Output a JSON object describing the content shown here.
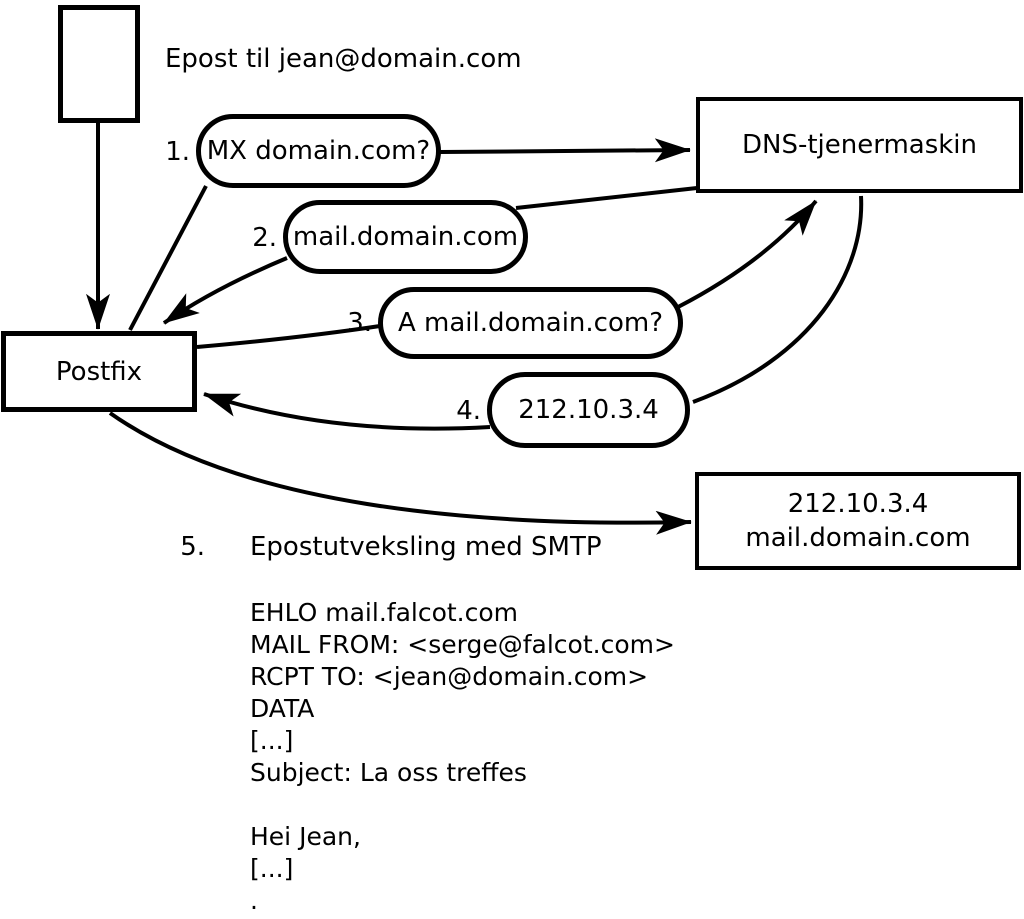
{
  "email_label": "Epost til jean@domain.com",
  "nodes": {
    "postfix": "Postfix",
    "dns_server": "DNS-tjenermaskin",
    "mail_server_line1": "212.10.3.4",
    "mail_server_line2": "mail.domain.com"
  },
  "steps": [
    {
      "num": "1.",
      "label": "MX domain.com?"
    },
    {
      "num": "2.",
      "label": "mail.domain.com"
    },
    {
      "num": "3.",
      "label": "A mail.domain.com?"
    },
    {
      "num": "4.",
      "label": "212.10.3.4"
    },
    {
      "num": "5.",
      "label": "Epostutveksling med SMTP"
    }
  ],
  "smtp_session": {
    "lines": [
      "EHLO mail.falcot.com",
      "MAIL FROM: <serge@falcot.com>",
      "RCPT TO: <jean@domain.com>",
      "DATA",
      "[...]",
      "Subject: La oss treffes",
      "",
      "Hei Jean,",
      "[...]",
      "."
    ]
  },
  "colors": {
    "stroke": "#000000",
    "background": "#ffffff"
  }
}
